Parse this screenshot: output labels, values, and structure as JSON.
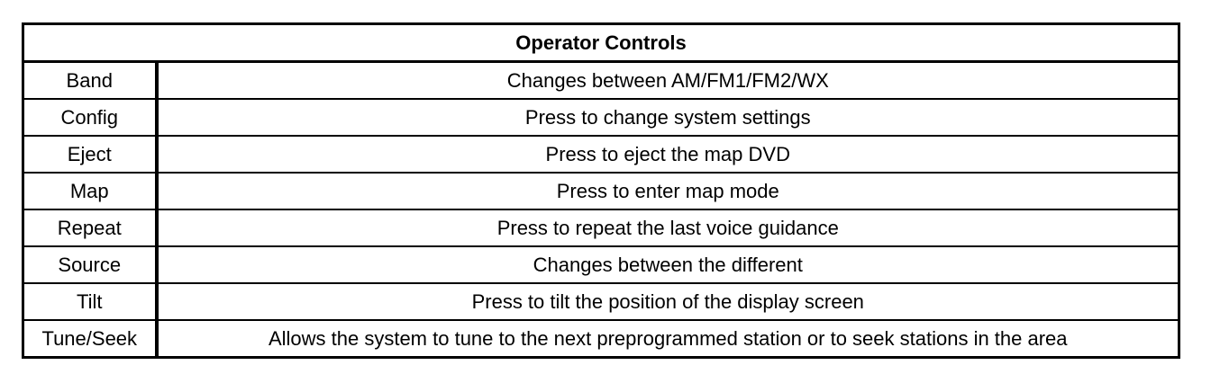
{
  "table": {
    "title": "Operator Controls",
    "rows": [
      {
        "control": "Band",
        "description": "Changes between AM/FM1/FM2/WX"
      },
      {
        "control": "Config",
        "description": "Press to change system settings"
      },
      {
        "control": "Eject",
        "description": "Press to eject the map DVD"
      },
      {
        "control": "Map",
        "description": "Press to enter map mode"
      },
      {
        "control": "Repeat",
        "description": "Press to repeat the last voice guidance"
      },
      {
        "control": "Source",
        "description": "Changes between the different"
      },
      {
        "control": "Tilt",
        "description": "Press to tilt the position of the display screen"
      },
      {
        "control": "Tune/Seek",
        "description": "Allows the system to tune to the next preprogrammed station or to seek stations in the area"
      }
    ]
  }
}
